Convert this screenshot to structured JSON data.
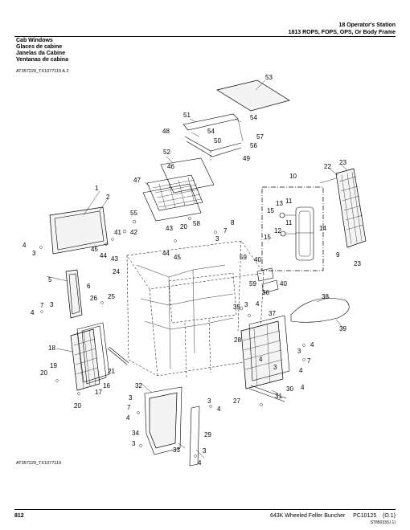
{
  "header": {
    "section": "18 Operator's Station",
    "subsection": "1813 ROPS, FOPS, OPS, Or Body Frame"
  },
  "titles": [
    "Cab Windows",
    "Glaces de cabine",
    "Janelas da Cabine",
    "Ventanas de cabina"
  ],
  "figure_ref_top": "AT357229_TX1077119 A.2",
  "figure_ref_bottom": "AT357229_TX1077119",
  "footer": {
    "page_number": "812",
    "product": "643K Wheeled Feller Buncher",
    "doc_code": "PC10125",
    "revision": "(O.1)",
    "small_code": "ST85033(U.1)"
  },
  "callouts": {
    "c53": "53",
    "c51": "51",
    "c54a": "54",
    "c54b": "54",
    "c48": "48",
    "c50": "50",
    "c57": "57",
    "c56": "56",
    "c52": "52",
    "c49": "49",
    "c46": "46",
    "c47": "47",
    "c10": "10",
    "c22": "22",
    "c23a": "23",
    "c23b": "23",
    "c1": "1",
    "c2": "2",
    "c55": "55",
    "c13": "13",
    "c11a": "11",
    "c11b": "11",
    "c15a": "15",
    "c15b": "15",
    "c12": "12",
    "c14": "14",
    "c9": "9",
    "c58": "58",
    "c8": "8",
    "c7a": "7",
    "c3a": "3",
    "c43a": "43",
    "c20a": "20",
    "c41": "41",
    "c42": "42",
    "c45a": "45",
    "c44a": "44",
    "c43b": "43",
    "c4a": "4",
    "c3b": "3",
    "c44b": "44",
    "c45b": "45",
    "c24": "24",
    "c59a": "59",
    "c40a": "40",
    "c59b": "59",
    "c40b": "40",
    "c36": "36",
    "c5": "5",
    "c6": "6",
    "c26": "26",
    "c25": "25",
    "c7b": "7",
    "c4b": "4",
    "c3c": "3",
    "c35": "35",
    "c3d": "3",
    "c4c": "4",
    "c37": "37",
    "c38": "38",
    "c39": "39",
    "c18": "18",
    "c19": "19",
    "c20b": "20",
    "c21": "21",
    "c17": "17",
    "c16": "16",
    "c28": "28",
    "c4d": "4",
    "c3e": "3",
    "c7c": "7",
    "c4e": "4",
    "c3f": "3",
    "c4f": "4",
    "c27": "27",
    "c31": "31",
    "c30": "30",
    "c4g": "4",
    "c32": "32",
    "c3g": "3",
    "c7d": "7",
    "c4h": "4",
    "c20c": "20",
    "c3h": "3",
    "c4i": "4",
    "c34": "34",
    "c3i": "3",
    "c33": "33",
    "c29": "29",
    "c3j": "3",
    "c4j": "4"
  }
}
